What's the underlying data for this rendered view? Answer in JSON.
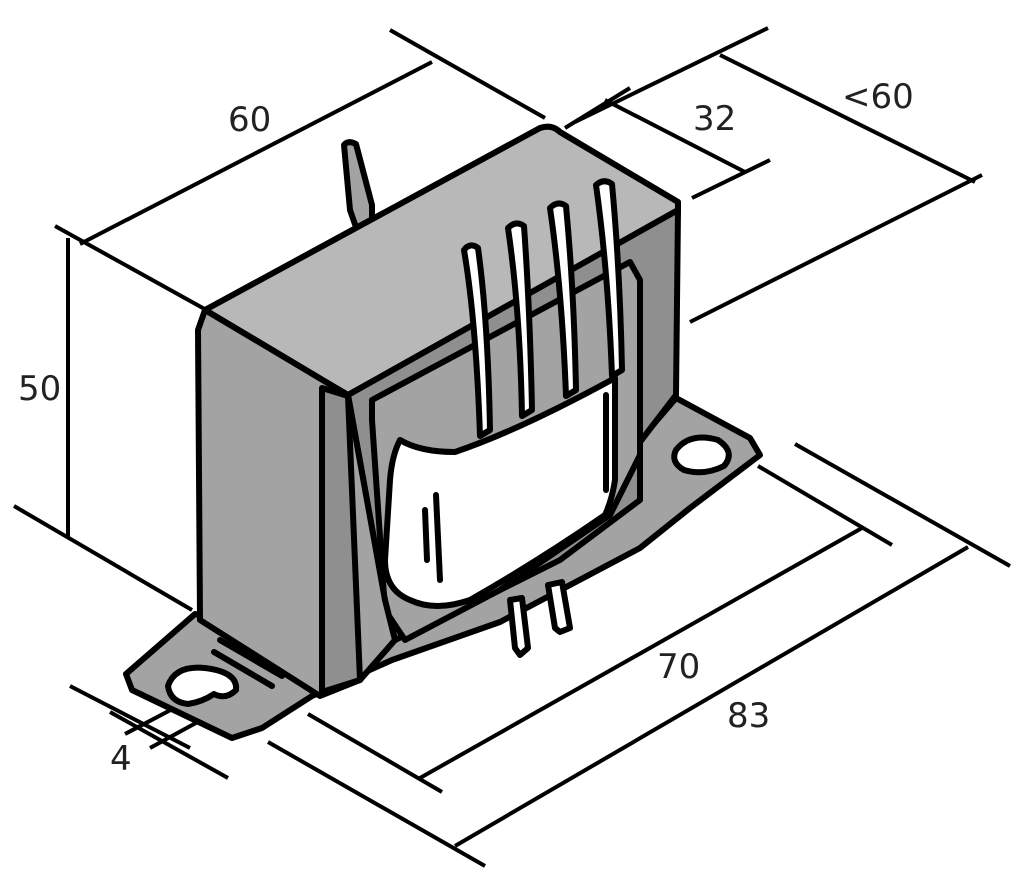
{
  "colors": {
    "body_gray": "#a3a3a3",
    "top_gray": "#b8b8b8",
    "dark_gray": "#8f8f8f",
    "coil_white": "#ffffff",
    "ink": "#000000",
    "label": "#222222"
  },
  "dimensions": {
    "depth": "60",
    "coil_width": "32",
    "max_width": "<60",
    "height": "50",
    "hole_spacing": "70",
    "base_length": "83",
    "hole_diameter": "4"
  }
}
